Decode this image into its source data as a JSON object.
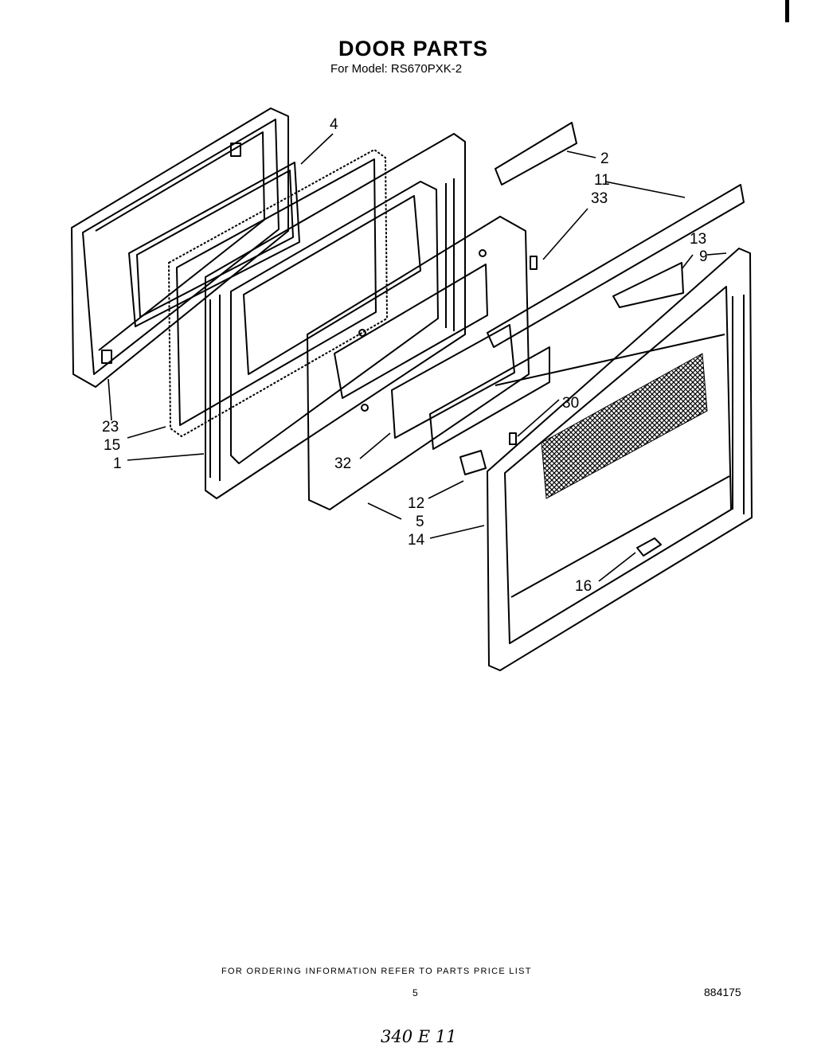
{
  "header": {
    "title": "DOOR PARTS",
    "subtitle": "For Model: RS670PXK-2"
  },
  "callouts": [
    {
      "id": "c4",
      "text": "4"
    },
    {
      "id": "c2",
      "text": "2"
    },
    {
      "id": "c11",
      "text": "11"
    },
    {
      "id": "c33",
      "text": "33"
    },
    {
      "id": "c13",
      "text": "13"
    },
    {
      "id": "c9",
      "text": "9"
    },
    {
      "id": "c23",
      "text": "23"
    },
    {
      "id": "c15",
      "text": "15"
    },
    {
      "id": "c1",
      "text": "1"
    },
    {
      "id": "c30",
      "text": "30"
    },
    {
      "id": "c32",
      "text": "32"
    },
    {
      "id": "c12",
      "text": "12"
    },
    {
      "id": "c5",
      "text": "5"
    },
    {
      "id": "c14",
      "text": "14"
    },
    {
      "id": "c16",
      "text": "16"
    }
  ],
  "footer": {
    "ordering": "FOR ORDERING INFORMATION REFER TO PARTS PRICE LIST",
    "page": "5",
    "doc_number": "884175",
    "handwritten": "340 E 11"
  }
}
